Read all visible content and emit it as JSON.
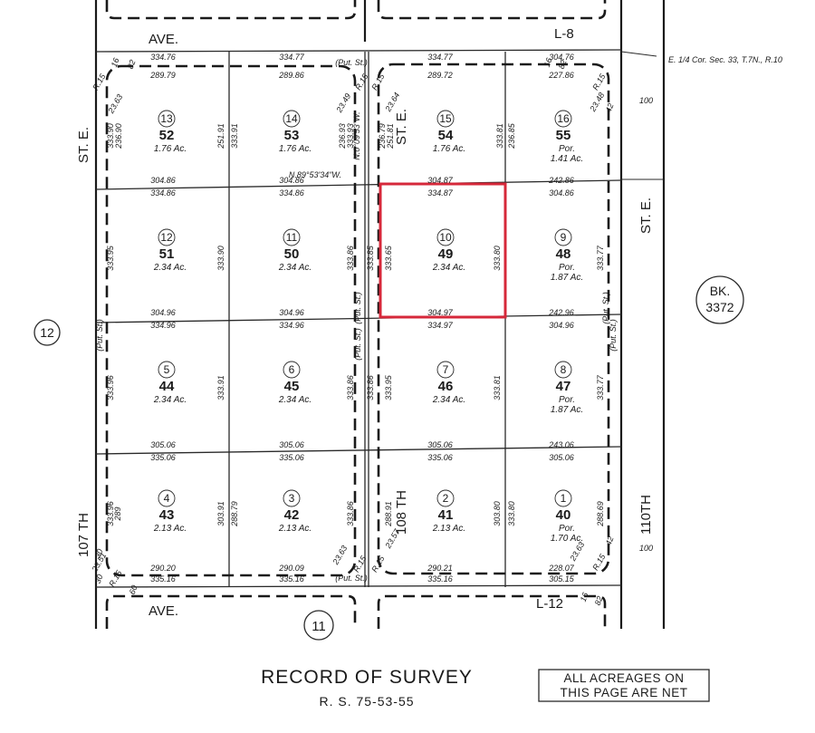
{
  "streets": {
    "ave_top": "AVE.",
    "l8": "L-8",
    "ave_bottom": "AVE.",
    "l12": "L-12",
    "st_e_left": "ST. E.",
    "th107": "107 TH",
    "st_e_mid": "ST. E.",
    "th108": "108 TH",
    "st_e_right": "ST. E.",
    "th110": "110TH"
  },
  "corner_note": "E. 1/4 Cor. Sec. 33, T.7N., R.10",
  "bk": {
    "label": "BK.",
    "number": "3372"
  },
  "adjacent": {
    "left": "12",
    "bottom": "11"
  },
  "width_labels": {
    "right_top": "100",
    "right_bottom": "100"
  },
  "lots": [
    {
      "lot": "13",
      "apn": "52",
      "acres": "1.76 Ac."
    },
    {
      "lot": "14",
      "apn": "53",
      "acres": "1.76 Ac."
    },
    {
      "lot": "15",
      "apn": "54",
      "acres": "1.76 Ac."
    },
    {
      "lot": "16",
      "apn": "55",
      "por": "Por.",
      "acres": "1.41 Ac."
    },
    {
      "lot": "12",
      "apn": "51",
      "acres": "2.34 Ac."
    },
    {
      "lot": "11",
      "apn": "50",
      "acres": "2.34 Ac."
    },
    {
      "lot": "10",
      "apn": "49",
      "acres": "2.34 Ac."
    },
    {
      "lot": "9",
      "apn": "48",
      "por": "Por.",
      "acres": "1.87 Ac."
    },
    {
      "lot": "5",
      "apn": "44",
      "acres": "2.34 Ac."
    },
    {
      "lot": "6",
      "apn": "45",
      "acres": "2.34 Ac."
    },
    {
      "lot": "7",
      "apn": "46",
      "acres": "2.34 Ac."
    },
    {
      "lot": "8",
      "apn": "47",
      "por": "Por.",
      "acres": "1.87 Ac."
    },
    {
      "lot": "4",
      "apn": "43",
      "acres": "2.13 Ac."
    },
    {
      "lot": "3",
      "apn": "42",
      "acres": "2.13 Ac."
    },
    {
      "lot": "2",
      "apn": "41",
      "acres": "2.13 Ac."
    },
    {
      "lot": "1",
      "apn": "40",
      "por": "Por.",
      "acres": "1.70 Ac."
    }
  ],
  "dims": {
    "r1_top": [
      "334.76",
      "334.77",
      "334.77",
      "304.76"
    ],
    "r1_inner": [
      "289.79",
      "289.86",
      "289.72",
      "227.86"
    ],
    "r1_bottom_a": [
      "304.86",
      "304.86",
      "304.87",
      "242.86"
    ],
    "r1_bottom_b": [
      "334.86",
      "334.86",
      "334.87",
      "304.86"
    ],
    "r1_side": [
      "333.90",
      "236.90",
      "251.91",
      "333.91",
      "236.93",
      "333.93",
      "236.79",
      "251.81",
      "333.81",
      "236.85"
    ],
    "r2_side": [
      "333.95",
      "333.90",
      "333.86",
      "333.85",
      "333.65",
      "333.80",
      "333.77"
    ],
    "r2_bottom_a": [
      "304.96",
      "304.96",
      "304.97",
      "242.96"
    ],
    "r2_bottom_b": [
      "334.96",
      "334.96",
      "334.97",
      "304.96"
    ],
    "r3_side": [
      "333.96",
      "333.91",
      "333.86",
      "333.86",
      "333.95",
      "333.81",
      "333.77"
    ],
    "r3_bottom_a": [
      "305.06",
      "305.06",
      "305.06",
      "243.06"
    ],
    "r3_bottom_b": [
      "335.06",
      "335.06",
      "335.06",
      "305.06"
    ],
    "r4_side": [
      "333.96",
      "289",
      "303.91",
      "288.79",
      "333.86",
      "288.91",
      "303.80",
      "333.80",
      "288.69"
    ],
    "r4_inner": [
      "290.20",
      "290.09",
      "290.21",
      "228.07"
    ],
    "r4_bottom": [
      "335.16",
      "335.16",
      "335.16",
      "305.15"
    ],
    "bearing": "N.89°53'34\"W.",
    "bearing_v": "N.0°09'53\"W.",
    "put_st": "(Put. St.)",
    "curves": [
      "R.15",
      "23.63",
      "R.15",
      "23.49",
      "R.15",
      "23.64",
      "23.48",
      "R.15",
      "23.51",
      "R.15",
      "23.63",
      "R.15",
      "23.57",
      "R.15",
      "23.63",
      "R.15"
    ],
    "small": [
      "16",
      "82",
      "16",
      "82",
      "42",
      "30",
      "60",
      "30",
      "42",
      "16",
      "82"
    ]
  },
  "title": "RECORD OF SURVEY",
  "subtitle": "R. S. 75-53-55",
  "net_note": {
    "line1": "ALL ACREAGES ON",
    "line2": "THIS PAGE ARE NET"
  }
}
